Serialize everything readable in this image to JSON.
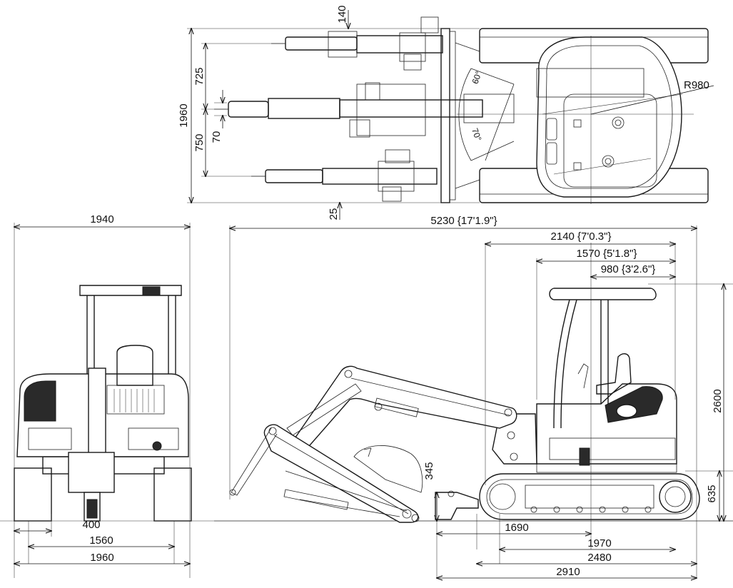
{
  "diagram": {
    "top_view": {
      "radius": "R980",
      "overall_width": "1960",
      "boom_offset_left": "725",
      "boom_offset_right": "750",
      "bucket_offset": "70",
      "top_clearance": "140",
      "bottom_clearance": "25",
      "swing_angle_left": "60°",
      "swing_angle_right": "70°"
    },
    "front_view": {
      "canopy_width": "1940",
      "track_width": "400",
      "track_gauge": "1560",
      "overall_width": "1960"
    },
    "side_view": {
      "overall_length": "5230 {17'1.9\"}",
      "tail_to_center": "2140 {7'0.3\"}",
      "canopy_length": "1570 {5'1.8\"}",
      "cab_rear": "980 {3'2.6\"}",
      "overall_height": "2600",
      "track_height": "635",
      "blade_height": "345",
      "tumbler_distance": "1690",
      "idler_to_sprocket": "1970",
      "track_length": "2480",
      "blade_to_rear": "2910"
    }
  }
}
